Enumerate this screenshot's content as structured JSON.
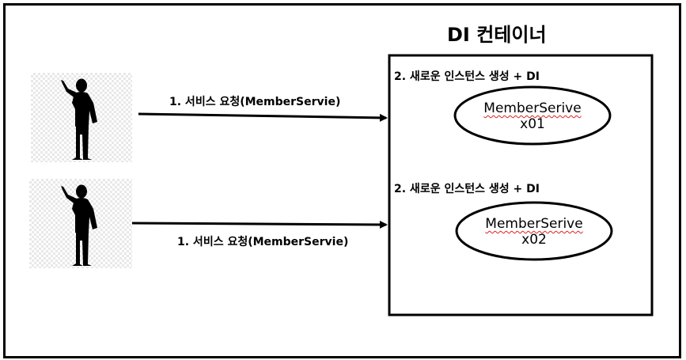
{
  "title": "DI 컨테이너",
  "requests": [
    {
      "label": "1.  서비스 요청(MemberServie)"
    },
    {
      "label": "1.  서비스 요청(MemberServie)"
    }
  ],
  "container_steps": [
    {
      "label": "2.  새로운 인스턴스 생성 + DI"
    },
    {
      "label": "2.  새로운 인스턴스 생성 + DI"
    }
  ],
  "instances": [
    {
      "name": "MemberSerive",
      "id": "x01"
    },
    {
      "name": "MemberSerive",
      "id": "x02"
    }
  ],
  "colors": {
    "stroke": "#000000",
    "spellcheck": "#e02020"
  },
  "icons": [
    "person-pointing-icon",
    "person-pointing-icon"
  ]
}
